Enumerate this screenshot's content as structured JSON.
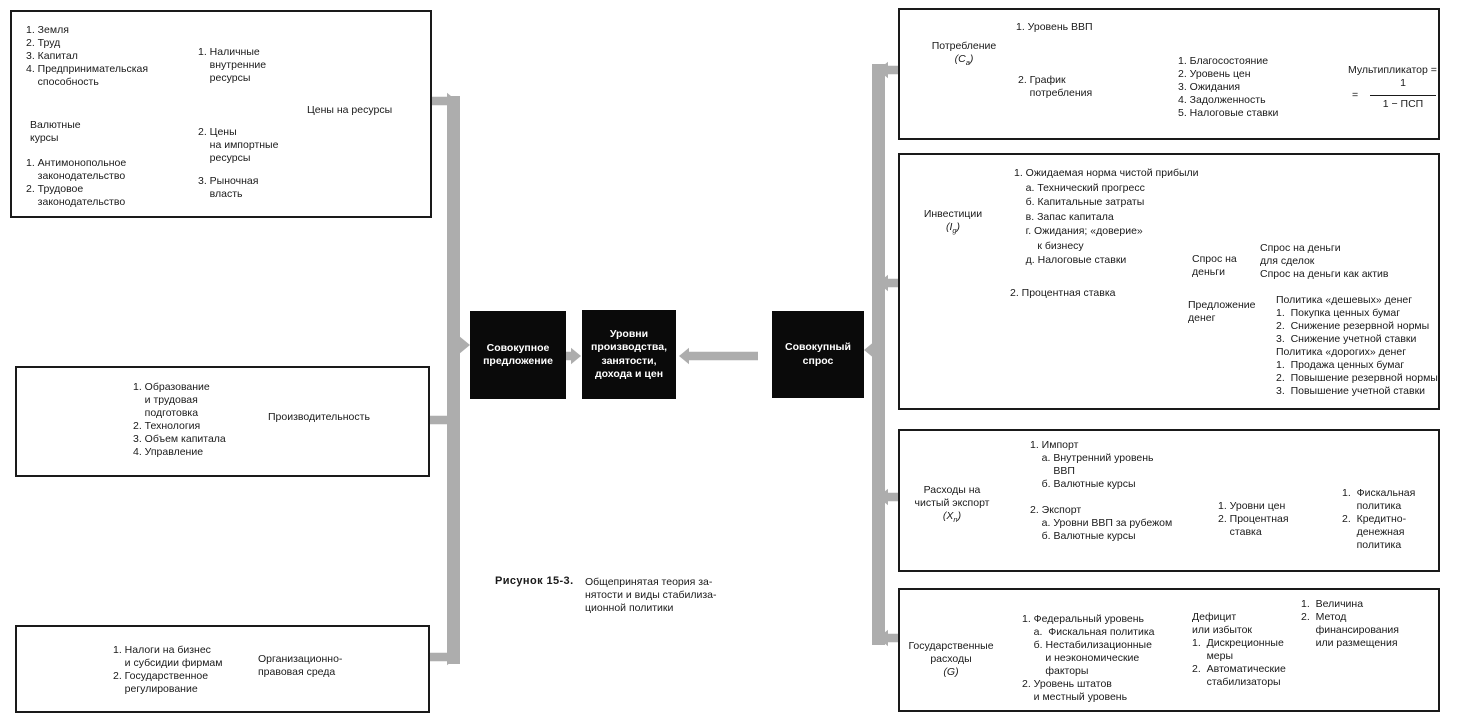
{
  "caption": {
    "label": "Рисунок 15-3.",
    "text": "Общепринятая теория за-\nнятости и виды стабилиза-\nционной политики"
  },
  "center": {
    "supply_box": "Совокупное\nпредложение",
    "levels_box": "Уровни\nпроизводства,\nзанятости,\nдохода и цен",
    "demand_box": "Совокупный\nспрос"
  },
  "supply": {
    "resource_prices": {
      "domestic_inputs": "1. Земля\n2. Труд\n3. Капитал\n4. Предпринимательская\n    способность",
      "domestic_result": "1. Наличные\n    внутренние\n    ресурсы",
      "exchange_rates": "Валютные\nкурсы",
      "import_result": "2. Цены\n    на импортные\n    ресурсы",
      "legislation": "1. Антимонопольное\n    законодательство\n2. Трудовое\n    законодательство",
      "market_power_result": "3. Рыночная\n    власть",
      "total_result": "Цены на ресурсы"
    },
    "productivity": {
      "items": "1. Образование\n    и трудовая\n    подготовка\n2. Технология\n3. Объем капитала\n4. Управление",
      "result": "Производительность"
    },
    "legal_environment": {
      "items": "1. Налоги на бизнес\n    и субсидии фирмам\n2. Государственное\n    регулирование",
      "result": "Организационно-\nправовая среда"
    }
  },
  "demand": {
    "consumption": {
      "label": "Потребление",
      "sym_pre": "(C",
      "sym_sub": "a",
      "sym_post": ")",
      "gdp_level": "1. Уровень ВВП",
      "schedule": "2. График\n    потребления",
      "schedule_factors": "1. Благосостояние\n2. Уровень цен\n3. Ожидания\n4. Задолженность\n5. Налоговые ставки",
      "multiplier_label": "Мультипликатор =",
      "multiplier_equals": "=",
      "multiplier_numerator": "1",
      "multiplier_denominator": "1 − ПСП"
    },
    "investment": {
      "label": "Инвестиции",
      "sym_pre": "(I",
      "sym_sub": "g",
      "sym_post": ")",
      "profit_items": "1. Ожидаемая норма чистой прибыли\n    а. Технический прогресс\n    б. Капитальные затраты\n    в. Запас капитала\n    г. Ожидания; «доверие»\n        к бизнесу\n    д. Налоговые ставки",
      "interest_rate": "2. Процентная ставка",
      "money_demand_label": "Спрос на\nденьги",
      "money_demand_items": "Спрос на деньги\nдля сделок\nСпрос на деньги как актив",
      "money_supply_label": "Предложение\nденег",
      "money_supply_items": "Политика «дешевых» денег\n1.  Покупка ценных бумаг\n2.  Снижение резервной нормы\n3.  Снижение учетной ставки\nПолитика «дорогих» денег\n1.  Продажа ценных бумаг\n2.  Повышение резервной нормы\n3.  Повышение учетной ставки"
    },
    "net_export": {
      "label": "Расходы на\nчистый экспорт",
      "sym_pre": "(X",
      "sym_sub": "n",
      "sym_post": ")",
      "items": "1. Импорт\n    а. Внутренний уровень\n        ВВП\n    б. Валютные курсы\n\n2. Экспорт\n    а. Уровни ВВП за рубежом\n    б. Валютные курсы",
      "determinants": "1. Уровни цен\n2. Процентная\n    ставка",
      "policies": "1.  Фискальная\n     политика\n2.  Кредитно-\n     денежная\n     политика"
    },
    "government": {
      "label": "Государственные\nрасходы",
      "sym_pre": "(G",
      "sym_sub": "",
      "sym_post": ")",
      "items": "1. Федеральный уровень\n    а.  Фискальная политика\n    б. Нестабилизационные\n        и неэкономические\n        факторы\n2. Уровень штатов\n    и местный уровень",
      "budget_items": "Дефицит\nили избыток\n1.  Дискреционные\n     меры\n2.  Автоматические\n     стабилизаторы",
      "financing_items": "1.  Величина\n2.  Метод\n     финансирования\n     или размещения"
    }
  },
  "colors": {
    "arrow_gray": "#adadad",
    "ink": "#1a1a1a",
    "box_black": "#0a0a0a"
  }
}
